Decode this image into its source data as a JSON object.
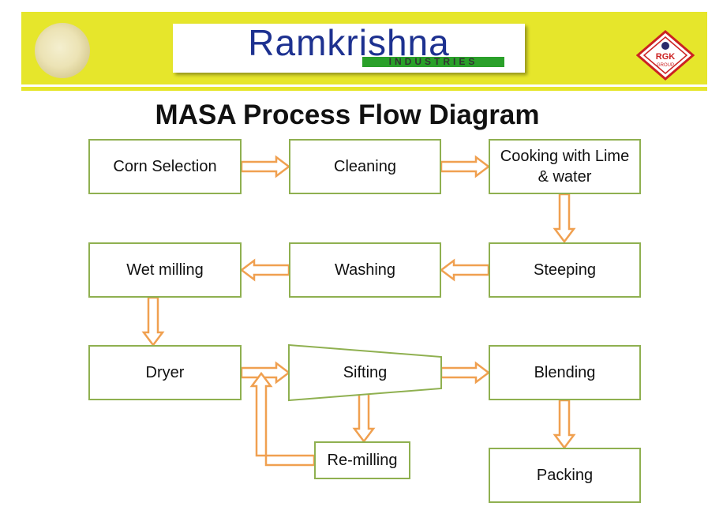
{
  "header": {
    "logo_text": "Ramkrishna",
    "logo_subtext": "INDUSTRIES",
    "badge_text": "RGK",
    "badge_subtext": "GROUP",
    "accent_color": "#e6e62b"
  },
  "diagram": {
    "title": "MASA Process Flow Diagram",
    "nodes": {
      "corn_selection": "Corn Selection",
      "cleaning": "Cleaning",
      "cooking": "Cooking with Lime & water",
      "steeping": "Steeping",
      "washing": "Washing",
      "wet_milling": "Wet milling",
      "dryer": "Dryer",
      "sifting": "Sifting",
      "blending": "Blending",
      "re_milling": "Re-milling",
      "packing": "Packing"
    },
    "node_border_color": "#8fb050",
    "arrow_color": "#f0a050"
  }
}
